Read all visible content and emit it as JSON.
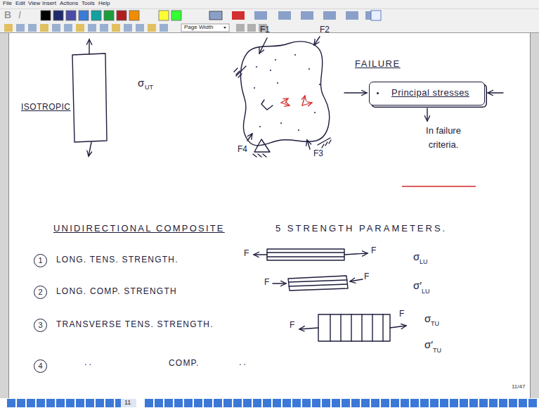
{
  "diagram": {
    "nodes": [
      {
        "text": [
          "Principal stresses"
        ]
      },
      {
        "text": [
          "1"
        ]
      },
      {
        "text": [
          "2"
        ]
      },
      {
        "text": [
          "3"
        ]
      },
      {
        "text": [
          "4"
        ]
      }
    ],
    "labels": [
      "File",
      "Edit",
      "View",
      "Insert",
      "Actions",
      "Tools",
      "Help",
      "B",
      "I",
      "Page Width",
      "ISOTROPIC",
      "σ",
      "UT",
      "F1",
      "F2",
      "F3",
      "F4",
      "FAILURE",
      "In failure criteria.",
      "UNIDIRECTIONAL COMPOSITE",
      "5 STRENGTH PARAMETERS.",
      "LONG. TENS. STRENGTH.",
      "F",
      "F",
      "σ",
      "LU",
      "LONG. COMP. STRENGTH",
      "F",
      "F",
      "σ′",
      "LU",
      "TRANSVERSE TENS. STRENGTH.",
      "F",
      "F",
      "σ",
      "TU",
      "σ′",
      "TU",
      "..",
      "COMP.",
      "..",
      "11/47",
      "11"
    ]
  }
}
